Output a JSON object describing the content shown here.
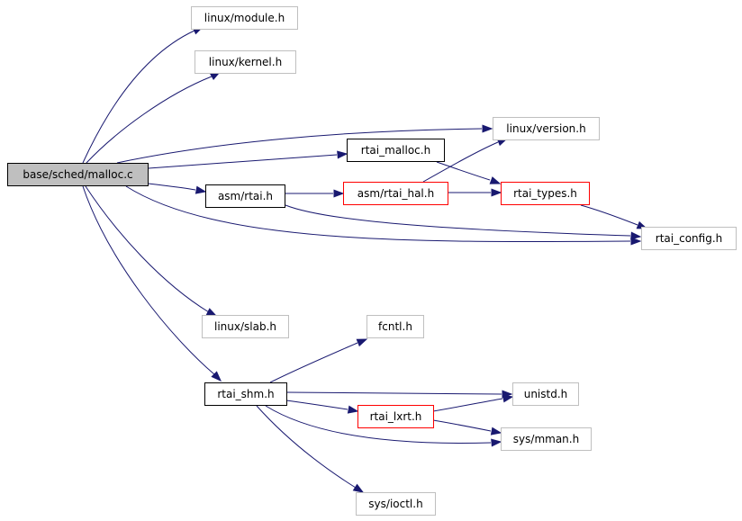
{
  "diagram": {
    "colors": {
      "edge": "#191970",
      "root_fill": "#bfbfbf",
      "root_border": "#000000",
      "local_border": "#000000",
      "external_border": "#bfbfbf",
      "incomplete_border": "#ff0000"
    },
    "nodes": {
      "malloc": {
        "label": "base/sched/malloc.c",
        "kind": "root"
      },
      "module": {
        "label": "linux/module.h",
        "kind": "external"
      },
      "kernel": {
        "label": "linux/kernel.h",
        "kind": "external"
      },
      "version": {
        "label": "linux/version.h",
        "kind": "external"
      },
      "rtai_malloc": {
        "label": "rtai_malloc.h",
        "kind": "local"
      },
      "asm_rtai": {
        "label": "asm/rtai.h",
        "kind": "local"
      },
      "asm_rtai_hal": {
        "label": "asm/rtai_hal.h",
        "kind": "incomplete"
      },
      "rtai_types": {
        "label": "rtai_types.h",
        "kind": "incomplete"
      },
      "rtai_config": {
        "label": "rtai_config.h",
        "kind": "external"
      },
      "slab": {
        "label": "linux/slab.h",
        "kind": "external"
      },
      "fcntl": {
        "label": "fcntl.h",
        "kind": "external"
      },
      "rtai_shm": {
        "label": "rtai_shm.h",
        "kind": "local"
      },
      "unistd": {
        "label": "unistd.h",
        "kind": "external"
      },
      "rtai_lxrt": {
        "label": "rtai_lxrt.h",
        "kind": "incomplete"
      },
      "mman": {
        "label": "sys/mman.h",
        "kind": "external"
      },
      "ioctl": {
        "label": "sys/ioctl.h",
        "kind": "external"
      }
    },
    "edges": [
      {
        "from": "malloc",
        "to": "module"
      },
      {
        "from": "malloc",
        "to": "kernel"
      },
      {
        "from": "malloc",
        "to": "version"
      },
      {
        "from": "malloc",
        "to": "rtai_malloc"
      },
      {
        "from": "malloc",
        "to": "asm_rtai"
      },
      {
        "from": "malloc",
        "to": "rtai_config"
      },
      {
        "from": "malloc",
        "to": "slab"
      },
      {
        "from": "malloc",
        "to": "rtai_shm"
      },
      {
        "from": "rtai_malloc",
        "to": "rtai_types"
      },
      {
        "from": "asm_rtai",
        "to": "asm_rtai_hal"
      },
      {
        "from": "asm_rtai",
        "to": "rtai_config"
      },
      {
        "from": "asm_rtai_hal",
        "to": "version"
      },
      {
        "from": "asm_rtai_hal",
        "to": "rtai_types"
      },
      {
        "from": "rtai_types",
        "to": "rtai_config"
      },
      {
        "from": "rtai_shm",
        "to": "fcntl"
      },
      {
        "from": "rtai_shm",
        "to": "unistd"
      },
      {
        "from": "rtai_shm",
        "to": "rtai_lxrt"
      },
      {
        "from": "rtai_shm",
        "to": "mman"
      },
      {
        "from": "rtai_shm",
        "to": "ioctl"
      },
      {
        "from": "rtai_lxrt",
        "to": "unistd"
      },
      {
        "from": "rtai_lxrt",
        "to": "mman"
      }
    ]
  }
}
